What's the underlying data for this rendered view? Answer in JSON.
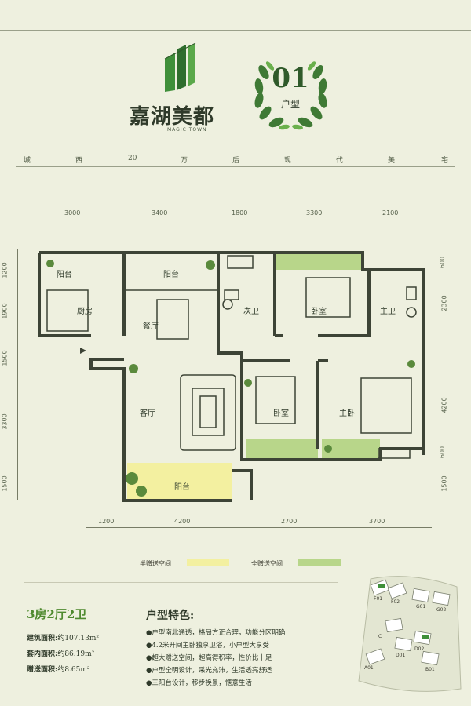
{
  "brand": {
    "name": "嘉湖美都",
    "sub": "MAGIC TOWN"
  },
  "unit_badge": {
    "number": "01",
    "label": "户型"
  },
  "tagline": [
    "城",
    "西",
    "20",
    "万",
    "后",
    "现",
    "代",
    "美",
    "宅"
  ],
  "dims_top": [
    "3000",
    "3400",
    "1800",
    "3300",
    "2100"
  ],
  "dims_bottom": [
    "1200",
    "4200",
    "2700",
    "3700"
  ],
  "dims_left": [
    "1200",
    "1900",
    "1500",
    "3300",
    "1500"
  ],
  "dims_right": [
    "600",
    "2300",
    "4200",
    "600",
    "1500"
  ],
  "rooms": {
    "balcony1": "阳台",
    "kitchen": "厨房",
    "balcony2": "阳台",
    "dining": "餐厅",
    "second_bath": "次卫",
    "bedroom1": "卧室",
    "master_bath": "主卫",
    "living": "客厅",
    "bedroom2": "卧室",
    "master_bedroom": "主卧",
    "balcony3": "阳台"
  },
  "legend": {
    "half_gift": "半赠送空间",
    "full_gift": "全赠送空间",
    "half_color": "#f3f0a0",
    "full_color": "#b8d68a"
  },
  "specs": {
    "layout": "3房2厅2卫",
    "rows": [
      {
        "label": "建筑面积:",
        "value": "约107.13m²"
      },
      {
        "label": "套内面积:",
        "value": "约86.19m²"
      },
      {
        "label": "赠送面积:",
        "value": "约8.65m²"
      }
    ]
  },
  "features": {
    "title": "户型特色:",
    "items": [
      "●户型南北通透，格局方正合理，功能分区明确",
      "●4.2米开间主卧独享卫浴，小户型大享受",
      "●超大赠送空间，超高得积率，性价比十足",
      "●户型全明设计，采光充沛，生活透亮舒适",
      "●三阳台设计，移步换景，惬意生活"
    ]
  },
  "site_plan": {
    "labels": [
      "F01",
      "F02",
      "G01",
      "G02",
      "C",
      "D01",
      "D02",
      "A01",
      "B01"
    ]
  },
  "colors": {
    "background": "#eef0df",
    "accent_green": "#6aa84f",
    "dark_green": "#2f5a2a"
  }
}
